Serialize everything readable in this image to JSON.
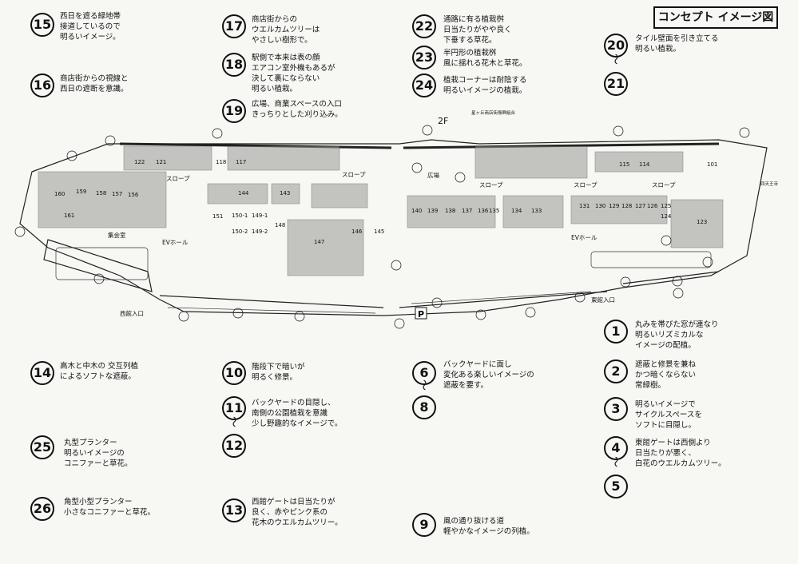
{
  "title": "コンセプト イメージ図",
  "notes_top": [
    {
      "n": "15",
      "text": "西日を遮る緑地帯\n接道しているので\n明るいイメージ。"
    },
    {
      "n": "16",
      "text": "商店街からの視線と\n西日の遮断を意識。"
    },
    {
      "n": "17",
      "text": "商店街からの\nウエルカムツリーは\nやさしい樹形で。"
    },
    {
      "n": "18",
      "text": "駅側で本来は表の顔\nエアコン室外機もあるが\n決して裏にならない\n明るい植栽。"
    },
    {
      "n": "19",
      "text": "広場、商業スペースの入口\nきっちりとした刈り込み。"
    },
    {
      "n": "22",
      "text": "通路に有る植栽桝\n日当たりがやや良く\n下垂する草花。"
    },
    {
      "n": "23",
      "text": "半円形の植栽桝\n風に揺れる花木と草花。"
    },
    {
      "n": "24",
      "text": "植栽コーナーは耐陰する\n明るいイメージの植栽。"
    },
    {
      "n": "20",
      "n2": "21",
      "text": "タイル壁面を引き立てる\n明るい植栽。"
    }
  ],
  "notes_bottom": [
    {
      "n": "14",
      "text": "高木と中木の 交互列植\nによるソフトな遮蔽。"
    },
    {
      "n": "25",
      "text": "丸型プランター\n明るいイメージの\nコニファーと草花。"
    },
    {
      "n": "26",
      "text": "角型小型プランター\n小さなコニファーと草花。"
    },
    {
      "n": "10",
      "text": "階段下で暗いが\n明るく修景。"
    },
    {
      "n": "11",
      "n2": "12",
      "text": "バックヤードの目隠し、\n南側の公園植栽を意識\n少し野趣的なイメージで。"
    },
    {
      "n": "13",
      "text": "西館ゲートは日当たりが\n良く、赤やピンク系の\n花木のウエルカムツリー。"
    },
    {
      "n": "6",
      "n2": "8",
      "text": "バックヤードに面し\n変化ある楽しいイメージの\n遮蔽を要す。"
    },
    {
      "n": "9",
      "text": "風の通り抜ける道\n軽やかなイメージの列植。"
    },
    {
      "n": "1",
      "text": "丸みを帯びた窓が連なり\n明るいリズミカルな\nイメージの配植。"
    },
    {
      "n": "2",
      "text": "遮蔽と修景を兼ね\nかつ暗くならない\n常緑樹。"
    },
    {
      "n": "3",
      "text": "明るいイメージで\nサイクルスペースを\nソフトに目隠し。"
    },
    {
      "n": "4",
      "n2": "5",
      "text": "東館ゲートは西側より\n日当たりが悪く、\n白花のウエルカムツリー。"
    }
  ],
  "plan_labels": {
    "floor": "2F",
    "plaza": "広場",
    "slope": "スロープ",
    "west_entrance": "西館入口",
    "east_entrance": "東館入口",
    "ev_hall": "EVホール",
    "meeting": "集会室",
    "parking": "P",
    "union": "星ヶ丘商店街振興組合",
    "temple": "四天王寺",
    "units": [
      "160",
      "159",
      "158",
      "157",
      "156",
      "161",
      "122",
      "121",
      "118",
      "117",
      "144",
      "143",
      "151",
      "150-1",
      "150-2",
      "149-1",
      "149-2",
      "148",
      "147",
      "146",
      "145",
      "140",
      "139",
      "138",
      "137",
      "136",
      "135",
      "134",
      "133",
      "131",
      "130",
      "129",
      "128",
      "127",
      "126",
      "125",
      "124",
      "123",
      "115",
      "114",
      "101"
    ]
  }
}
